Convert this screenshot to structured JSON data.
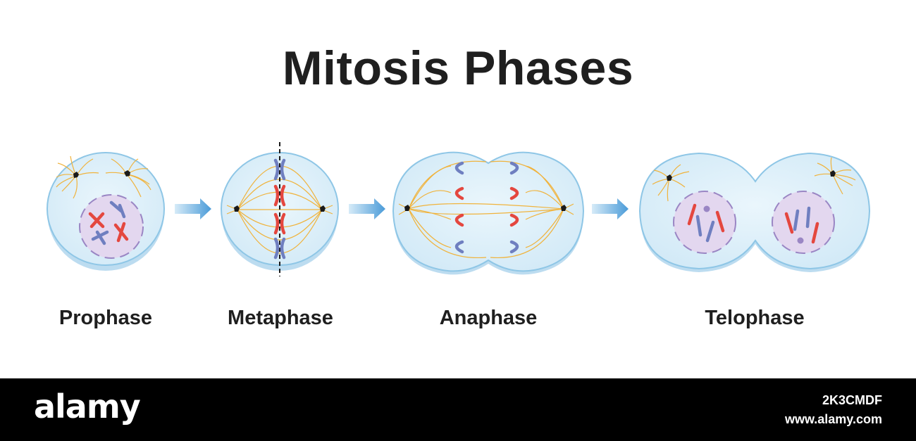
{
  "title": "Mitosis Phases",
  "phases": [
    {
      "label": "Prophase"
    },
    {
      "label": "Metaphase"
    },
    {
      "label": "Anaphase"
    },
    {
      "label": "Telophase"
    }
  ],
  "colors": {
    "cell_fill": "#dff0fa",
    "cell_stroke": "#8ec6e6",
    "nucleus_fill": "#e3d7ef",
    "nucleus_stroke": "#9a86c4",
    "chromosome_red": "#e4473f",
    "chromosome_blue": "#6f7fc0",
    "spindle": "#f0b33c",
    "centrosome": "#1a1a1a",
    "arrow": "#5aa6dc"
  },
  "watermark": {
    "brand": "alamy",
    "image_id": "2K3CMDF",
    "site": "www.alamy.com"
  }
}
